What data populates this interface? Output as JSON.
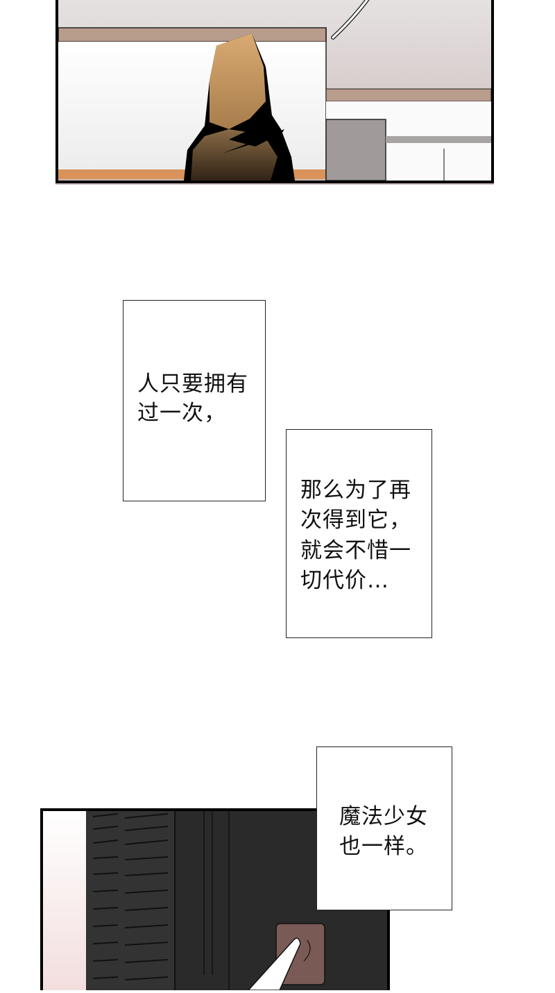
{
  "captions": [
    {
      "lines": [
        "人只要拥有",
        "过一次，"
      ]
    },
    {
      "lines": [
        "那么为了再",
        "次得到它，",
        "就会不惜一",
        "切代价…"
      ]
    },
    {
      "lines": [
        "魔法少女",
        "也一样。"
      ]
    }
  ],
  "colors": {
    "panel_border": "#000000",
    "hair": "#c89a64",
    "wall_shade": "#c9bdbd",
    "trim": "#b89c8c",
    "door_dark": "#2e2e2e",
    "button": "#7a5a55"
  }
}
